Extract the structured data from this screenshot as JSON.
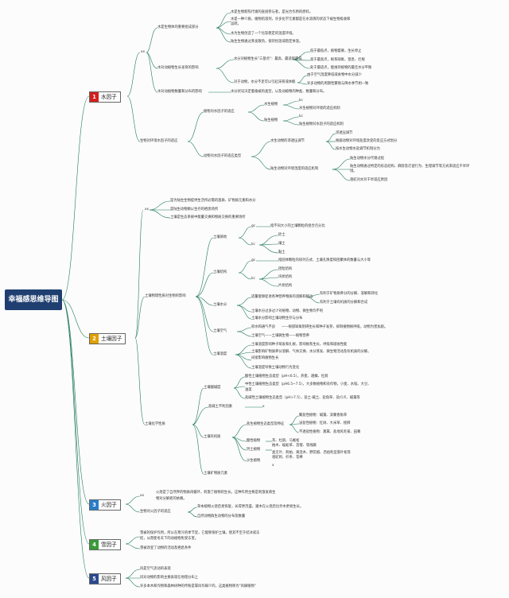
{
  "root": {
    "label": "幸福感思维导图"
  },
  "categories": [
    {
      "num": "1",
      "label": "水因子",
      "color": "#d32020"
    },
    {
      "num": "2",
      "label": "土壤因子",
      "color": "#e0a000"
    },
    {
      "num": "3",
      "label": "火因子",
      "color": "#2a7dc9"
    },
    {
      "num": "4",
      "label": "雪因子",
      "color": "#3a9b3a"
    },
    {
      "num": "5",
      "label": "风因子",
      "color": "#2a4a8e"
    }
  ],
  "water": {
    "xx": "xx",
    "n1": "水是生物体的重要组成部分",
    "n1a": "水是生物新陈代谢的直接参与者，是光合作用的原料。",
    "n1b": "水是一种介质，植物的溶剂，许多化学元素都是在水溶液的状态下被生物吸收和",
    "n1b2": "运转。",
    "n1c": "水为生物创造了一个比较稳定的温度环境。",
    "n1d": "陆生生物通过蒸发散热，保持恒温或稳定体温。",
    "n2": "水对动植物生长发育的影响",
    "n2a": "水分对植物生长\"三基点\"：最高、最适和最低",
    "n2a1": "低于最低点，植物萎蔫，生长停止",
    "n2a2": "高于最高点，根系缺氧、窒息、烂根",
    "n2a3": "处于最适点，能维持植物的最佳水分平衡",
    "n2b": "对于动物，水分不足可以引起滞育或休眠",
    "n2b1": "由于空气湿度降低或食物中水分减少",
    "n2b2": "许多动物的周期性繁殖与降水季节相一致",
    "n3": "水对动植物数量和分布的影响",
    "n3a": "水分状况决定着植被的类型，以及动植物的种类、数量和分布。",
    "n4": "生物对环境水因子的适应",
    "n4a": "植物对水因子的适应",
    "n4a1": "水生植物",
    "n4a1x": "kc",
    "n4a1y": "水生植物对环境的适应机制",
    "n4a2": "陆生植物",
    "n4a2x": "kc",
    "n4a2y": "陆生植物对水因子的适应机制",
    "n4b": "动物对水因子的适应类型",
    "n4b1": "水生动物的渗透压调节",
    "n4b1a": "渗透压调节",
    "n4b1b": "根据动物对环境盐度改变的反应方式划分",
    "n4b1c": "按水生动物水盐调节机制分为",
    "n4b2": "陆生动物对环境湿度的适应机制",
    "n4b2a": "陆生动物水分代谢过程",
    "n4b2b": "陆生动物通过特定的形态结构、麻醉及迁徙行为、生理调节等方式来适应干旱环",
    "n4b2b2": "境。",
    "n4b2c": "骆驼对水另干旱适应原因"
  },
  "soil": {
    "xx": "xx",
    "i1": "是为陆生生物提供生活所必需的基质、矿物质元素和水分",
    "i2": "是陆生动物赖以生存的栖息场所",
    "i3": "土壤是生态系统中能量交换和物质交换的重要场所",
    "p": "土壤物理性质对生物的影响",
    "p1": "土壤质地",
    "p1a": "gc",
    "p1a1": "指不同大小的土壤颗粒的组合百分比",
    "p1b": "kc",
    "p1b1": "砂土",
    "p1b2": "壤土",
    "p1b3": "黏土",
    "p2": "土壤结构",
    "p2a": "gc",
    "p2a1": "指固体颗粒的排列方式、土壤孔隙度和团聚体的数量与大小等",
    "p2b": "kc",
    "p2b1": "团粒结构",
    "p2b2": "块状结构",
    "p2b3": "片状结构",
    "p3": "土壤水分",
    "p3a": "适量能够促进各种营养物质的溶解和移动",
    "p3a1": "有利于矿物质养分的分解、溶解和转化",
    "p3a2": "有利于土壤有机质的分解和合成",
    "p3b": "土壤水分过多过少对植物、动物、微生物均不利",
    "p3c": "土壤水分影响土壤动物生存与分布",
    "p4": "土壤空气",
    "p4a": "积水和通气不良",
    "p4a1": "——根部缺氧阻碍生长和种子发芽，抑制植物根呼吸，动物为害加剧。",
    "p4b": "土壤空气——土壤微生物——植物营养",
    "p5": "土壤温度",
    "p5a": "土壤温度影响种子萌发和扎根，影响根系生长，呼吸和吸收性能",
    "p5b": "土壤影响矿物质养分溶解、气体交换、水分蒸发、微生物活动及有机质的分解。",
    "p5c": "间接影响植物生长",
    "p5d": "土壤温度导致土壤动物行为变化",
    "c": "土壤化学性质",
    "c1": "土壤酸碱度",
    "c1a": "酸性土壤植物生态类型（pH<6.5），荞麦、越橘、杜鹃",
    "c1b": "中性土壤植物生态类型（pH6.5~7.5），大多数植物和农作物，小麦、水稻、大豆、",
    "c1b2": "油菜",
    "c1c": "盐碱性土壤植物生态类型（pH>7.5），盐土-碱土、盐角草、盐爪爪、碱蓬等",
    "c2": "盐碱土不利因素",
    "c2x": "x",
    "c3": "土壤有机质",
    "c3a": "盐生植物生态类型及特征",
    "c3a1": "聚盐性植物：碱蓬、滨藜香角草",
    "c3a2": "泌盐性植物：红树、大米草、柽柳",
    "c3a3": "不透盐性植物：蒿属、盐地风毛菊、田菁",
    "c3b": "酸性植物",
    "c3b1": "茶、杜鹃、马尾松",
    "c3c": "钙土植物",
    "c3c1": "柏木、蜈蚣草、苜蓿、铁线蕨",
    "c3c1x": "类无叶、刺柏、黄连木、野花椒、西伯利亚落叶松等",
    "c3d": "沙生植物",
    "c3d1": "骆驼刺、柠条、花棒",
    "c3d2": "x",
    "c4": "土壤矿物质元素"
  },
  "fire": {
    "xx": "xx",
    "a": "火烧是了自然界的物质再循环，刺激了植物的生长。这种作用主要是刺激发萌生",
    "a2": "物对分解者的依赖。",
    "b": "生物对火因子的适应",
    "b1": "草本植物火烧后易恢复，长得更茂盛，灌木在火烧后比乔木更易生长。",
    "b2": "自然动物群生动物的分布及数量"
  },
  "snow": {
    "a": "雪被的保护作用，所以在寒冷的季节里，它能够保护土壤，使其不至于结冰或冻",
    "a2": "结，从而使冬天下的动植物免受冻害。",
    "b": "雪被改变了动物的活动及栖息条件"
  },
  "wind": {
    "a": "风是空气流动的表现",
    "b": "风对动物的影响主要表现在地理分布上",
    "c": "许多本木和作物和森林树种的传粉是靠风作媒介的，这类植物称为\"风媒植物\""
  }
}
